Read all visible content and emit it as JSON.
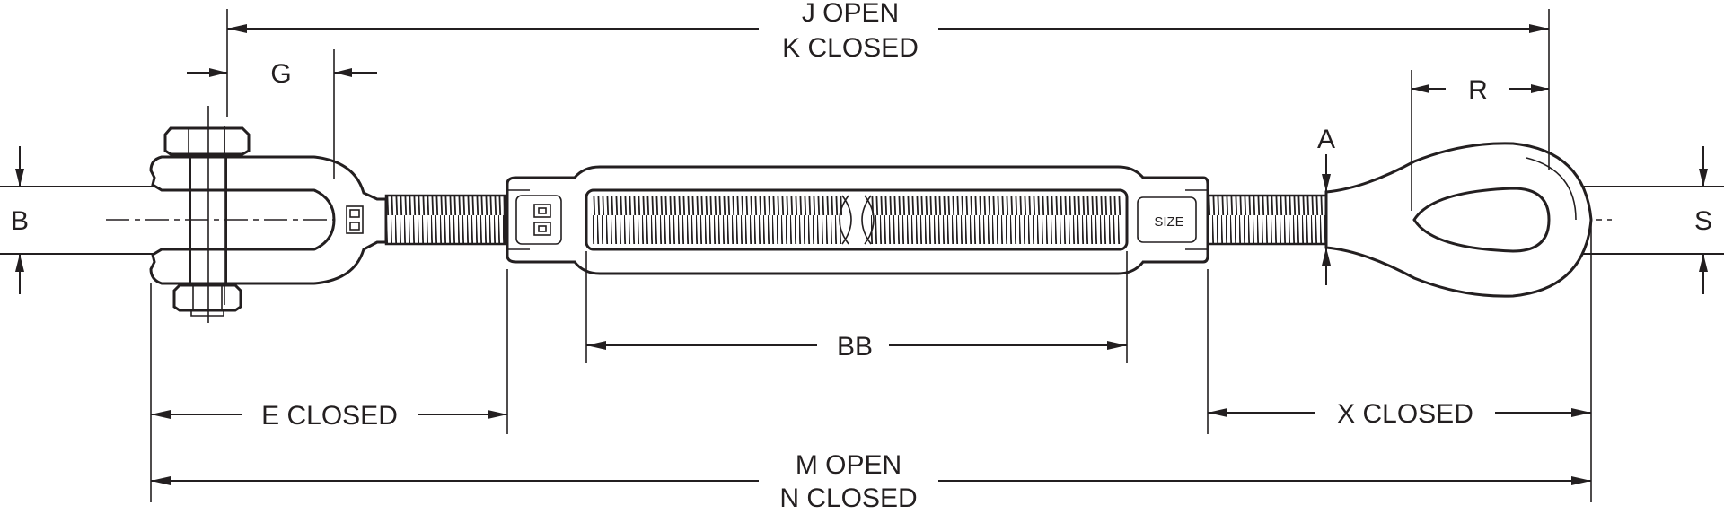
{
  "diagram": {
    "labels": {
      "j_open": "J OPEN",
      "k_closed": "K CLOSED",
      "g": "G",
      "r": "R",
      "a": "A",
      "b": "B",
      "s": "S",
      "bb": "BB",
      "e_closed": "E CLOSED",
      "x_closed": "X CLOSED",
      "m_open": "M OPEN",
      "n_closed": "N CLOSED",
      "size": "SIZE"
    },
    "colors": {
      "line": "#231f20",
      "background": "#ffffff"
    }
  }
}
